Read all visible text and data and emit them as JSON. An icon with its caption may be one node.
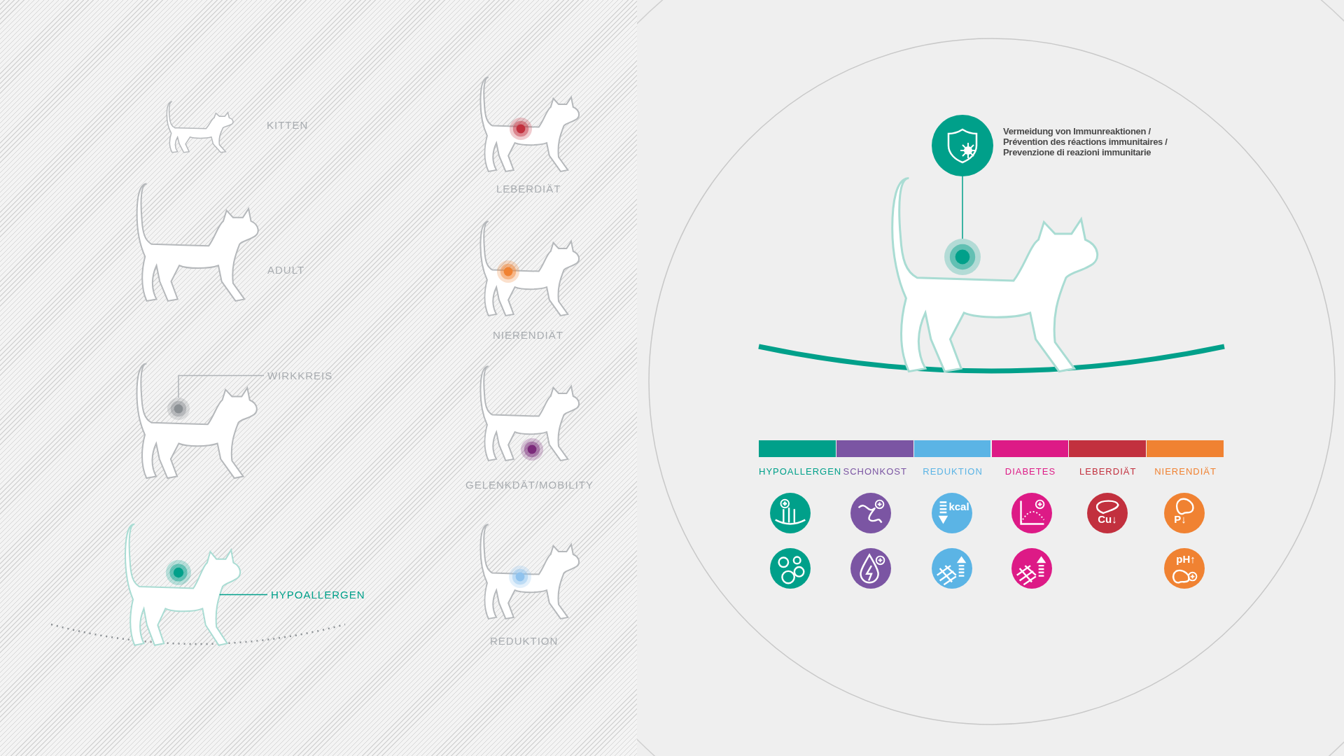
{
  "diagram": {
    "nodes": [
      {
        "text": [
          "WIRKKREIS"
        ]
      },
      {
        "text": [],
        "shape": "circle"
      },
      {
        "text": [
          "HYPOALLERGEN"
        ]
      },
      {
        "text": [],
        "shape": "picture"
      },
      {
        "text": [],
        "shape": "circle",
        "beside": [
          "Vermeidung von Immunreaktionen / Prévention des réactions immunitaires / Prevenzione di reazioni immunitarie"
        ]
      },
      {
        "text": [],
        "shape": "circle"
      }
    ],
    "edges": [
      {
        "from": 0,
        "to": 1,
        "arrow": "none",
        "color": "#b0b4b8"
      },
      {
        "from": 2,
        "to": 3,
        "arrow": "none"
      },
      {
        "from": 4,
        "to": 5,
        "arrow": "none"
      }
    ],
    "labels": [
      "KITTEN",
      "LEBERDIÄT",
      "ADULT",
      "NIERENDIÄT",
      "GELENKDÄT/MOBILITY",
      "REDUKTION",
      "kcal",
      "Cu↓",
      "P↓",
      "pH↑"
    ],
    "legend": [
      {
        "text": "HYPOALLERGEN",
        "color": "#00a08a"
      },
      {
        "text": "SCHONKOST",
        "color": "#7b55a3"
      },
      {
        "text": "REDUKTION",
        "color": "#5bb4e5"
      },
      {
        "text": "DIABETES",
        "color": "#dd1a86"
      },
      {
        "text": "LEBERDIÄT",
        "color": "#c2303e"
      },
      {
        "text": "NIERENDIÄT",
        "color": "#f08232"
      }
    ]
  }
}
